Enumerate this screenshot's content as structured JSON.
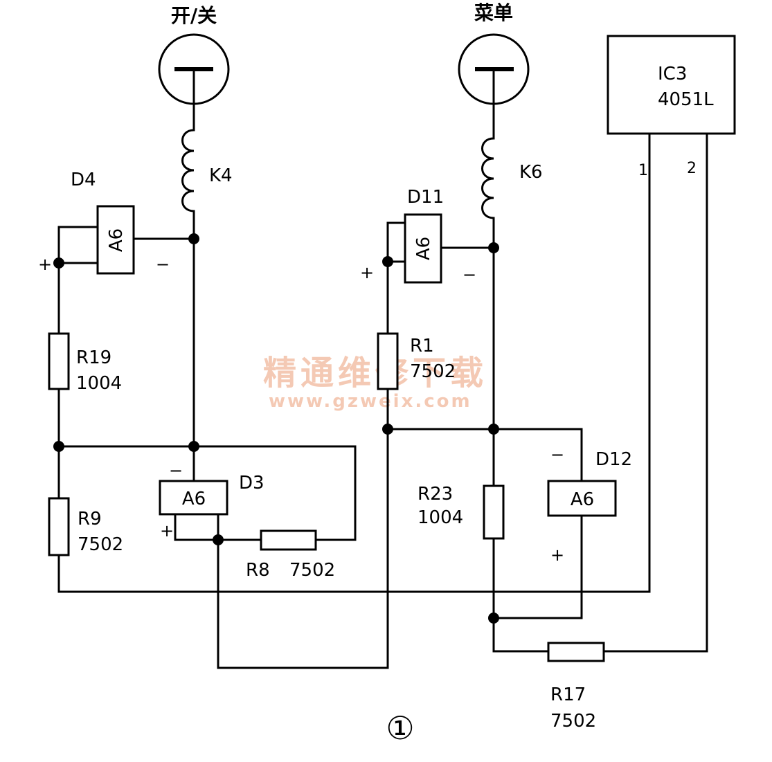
{
  "switches": {
    "power": {
      "label": "开/关"
    },
    "menu": {
      "label": "菜单"
    }
  },
  "ic": {
    "name": "IC3",
    "part": "4051L",
    "pin1": "1",
    "pin2": "2"
  },
  "inductors": {
    "k4": "K4",
    "k6": "K6"
  },
  "diodes": {
    "d4": {
      "ref": "D4",
      "part": "A6",
      "plus": "+",
      "minus": "−"
    },
    "d11": {
      "ref": "D11",
      "part": "A6",
      "plus": "+",
      "minus": "−"
    },
    "d3": {
      "ref": "D3",
      "part": "A6",
      "plus": "+",
      "minus": "−"
    },
    "d12": {
      "ref": "D12",
      "part": "A6",
      "plus": "+",
      "minus": "−"
    }
  },
  "resistors": {
    "r19": {
      "ref": "R19",
      "value": "1004"
    },
    "r1": {
      "ref": "R1",
      "value": "7502"
    },
    "r9": {
      "ref": "R9",
      "value": "7502"
    },
    "r8": {
      "ref": "R8",
      "value": "7502"
    },
    "r23": {
      "ref": "R23",
      "value": "1004"
    },
    "r17": {
      "ref": "R17",
      "value": "7502"
    }
  },
  "watermark": {
    "title": "精通维修下载",
    "url": "www.gzweix.com"
  },
  "figure_number": "①"
}
